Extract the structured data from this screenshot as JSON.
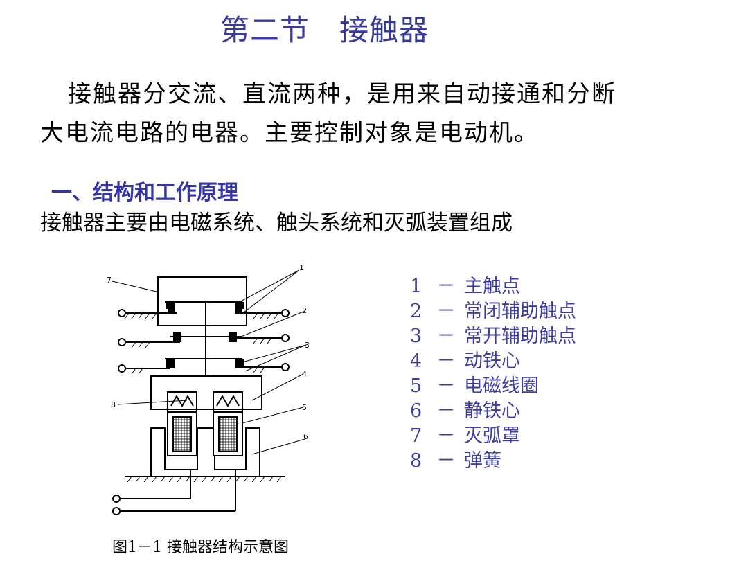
{
  "title": "第二节　接触器",
  "intro": {
    "line1": "接触器分交流、直流两种，是用来自动接通和分断",
    "line2": "大电流电路的电器。主要控制对象是电动机。"
  },
  "section": {
    "heading": "一、结构和工作原理",
    "text": "接触器主要由电磁系统、触头系统和灭弧装置组成"
  },
  "figure": {
    "caption": "图1－1 接触器结构示意图",
    "callouts": [
      "1",
      "2",
      "3",
      "4",
      "5",
      "6",
      "7",
      "8"
    ]
  },
  "legend": {
    "dash": "－",
    "items": [
      {
        "num": "1",
        "label": "主触点"
      },
      {
        "num": "2",
        "label": "常闭辅助触点"
      },
      {
        "num": "3",
        "label": "常开辅助触点"
      },
      {
        "num": "4",
        "label": "动铁心"
      },
      {
        "num": "5",
        "label": "电磁线圈"
      },
      {
        "num": "6",
        "label": "静铁心"
      },
      {
        "num": "7",
        "label": "灭弧罩"
      },
      {
        "num": "8",
        "label": "弹簧"
      }
    ]
  },
  "colors": {
    "title": "#3a3a9c",
    "heading": "#3535a8",
    "legend": "#3d3d9f",
    "body": "#000000"
  }
}
